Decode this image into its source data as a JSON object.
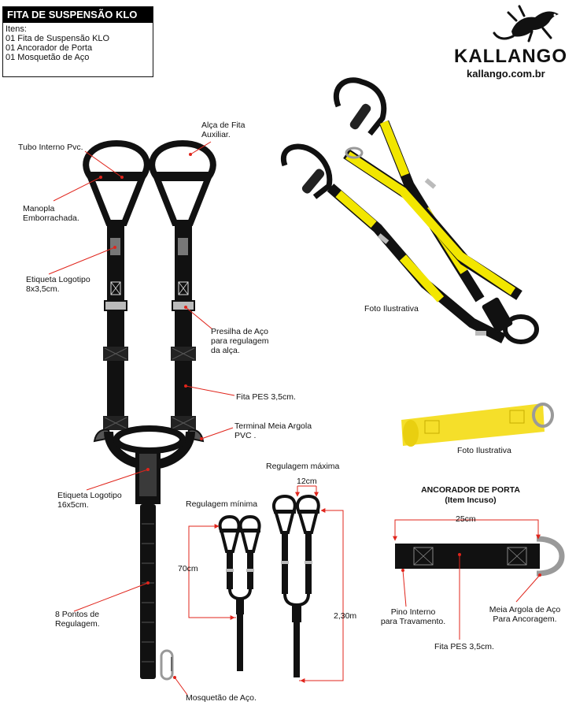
{
  "info": {
    "title": "FITA DE SUSPENSÃO KLO",
    "items_heading": "Itens:",
    "items": [
      "01 Fita de Suspensão KLO",
      "01 Ancorador de Porta",
      "01 Mosquetão de Aço"
    ]
  },
  "brand": {
    "name": "KALLANGO",
    "url": "kallango.com.br",
    "logo_icon": "gecko-icon"
  },
  "labels": {
    "tubo_interno": "Tubo Interno Pvc.",
    "alca_fita": [
      "Alça de Fita",
      "Auxiliar."
    ],
    "manopla": [
      "Manopla",
      "Emborrachada."
    ],
    "etiqueta_small": [
      "Etiqueta Logotipo",
      "8x3,5cm."
    ],
    "presilha": [
      "Presilha de Aço",
      "para regulagem",
      "da alça."
    ],
    "fita_pes": "Fita PES 3,5cm.",
    "terminal": [
      "Terminal Meia Argola",
      "PVC ."
    ],
    "etiqueta_large": [
      "Etiqueta Logotipo",
      "16x5cm."
    ],
    "pontos": [
      "8 Pontos de",
      "Regulagem."
    ],
    "mosquetao": "Mosquetão de Aço."
  },
  "photos": {
    "caption_1": "Foto Ilustrativa",
    "caption_2": "Foto Ilustrativa"
  },
  "regulagem": {
    "minima_label": "Regulagem mínima",
    "minima_length": "70cm",
    "maxima_label": "Regulagem máxima",
    "maxima_length": "2,30m",
    "handle_width": "12cm"
  },
  "anchor": {
    "title": "ANCORADOR DE PORTA",
    "subtitle": "(Item Incuso)",
    "length": "25cm",
    "pino": [
      "Pino Interno",
      "para Travamento."
    ],
    "fita": "Fita PES 3,5cm.",
    "argola": [
      "Meia Argola de Aço",
      "Para Ancoragem."
    ]
  },
  "colors": {
    "strap": "#111111",
    "yellow": "#f2e600",
    "pointer": "#e0241b",
    "steel": "#9a9a9a"
  }
}
